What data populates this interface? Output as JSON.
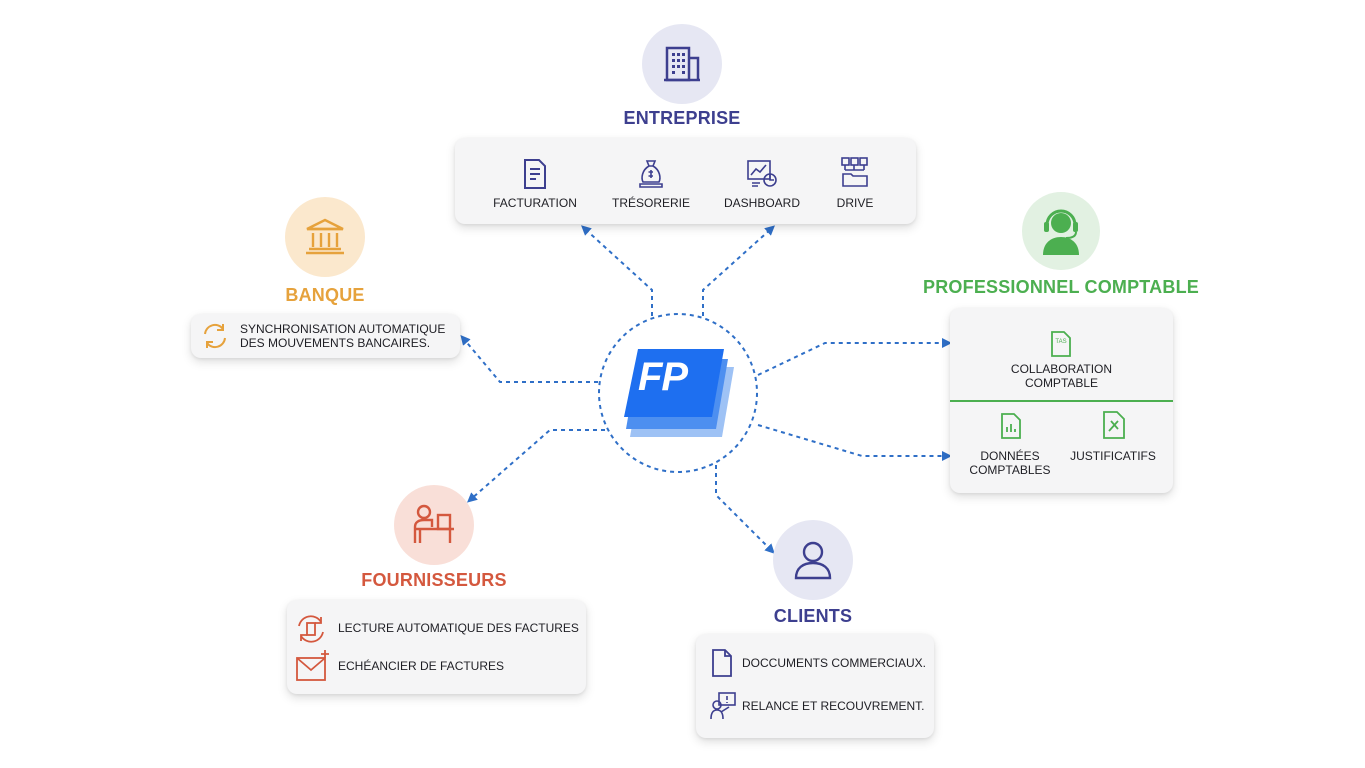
{
  "colors": {
    "entreprise": "#3d3f8f",
    "banque": "#e6a23c",
    "comptable": "#4caf50",
    "fournisseurs": "#d4583e",
    "clients": "#3d3f8f",
    "link": "#2f6fc7",
    "logo": "#1e6ff0"
  },
  "center": {
    "logo_text": "FP"
  },
  "entreprise": {
    "title": "ENTREPRISE",
    "icon": "building-icon",
    "items": [
      {
        "label": "FACTURATION",
        "icon": "invoice-icon"
      },
      {
        "label": "TRÉSORERIE",
        "icon": "money-bag-icon"
      },
      {
        "label": "DASHBOARD",
        "icon": "dashboard-icon"
      },
      {
        "label": "DRIVE",
        "icon": "drive-folder-icon"
      }
    ]
  },
  "banque": {
    "title": "BANQUE",
    "icon": "bank-icon",
    "line1": "SYNCHRONISATION AUTOMATIQUE",
    "line2": "DES MOUVEMENTS BANCAIRES.",
    "item_icon": "sync-icon"
  },
  "comptable": {
    "title": "PROFESSIONNEL COMPTABLE",
    "icon": "headset-person-icon",
    "collab_line1": "COLLABORATION",
    "collab_line2": "COMPTABLE",
    "doc_tag": "TAS",
    "donnees_line1": "DONNÉES",
    "donnees_line2": "COMPTABLES",
    "justificatifs": "JUSTIFICATIFS"
  },
  "fournisseurs": {
    "title": "FOURNISSEURS",
    "icon": "desk-person-icon",
    "items": [
      {
        "label": "LECTURE AUTOMATIQUE DES FACTURES",
        "icon": "invoice-sync-icon"
      },
      {
        "label": "ECHÉANCIER DE FACTURES",
        "icon": "mail-plus-icon"
      }
    ]
  },
  "clients": {
    "title": "CLIENTS",
    "icon": "user-icon",
    "items": [
      {
        "label": "DOCCUMENTS COMMERCIAUX.",
        "icon": "document-icon"
      },
      {
        "label": "RELANCE ET RECOUVREMENT.",
        "icon": "reminder-icon"
      }
    ]
  }
}
